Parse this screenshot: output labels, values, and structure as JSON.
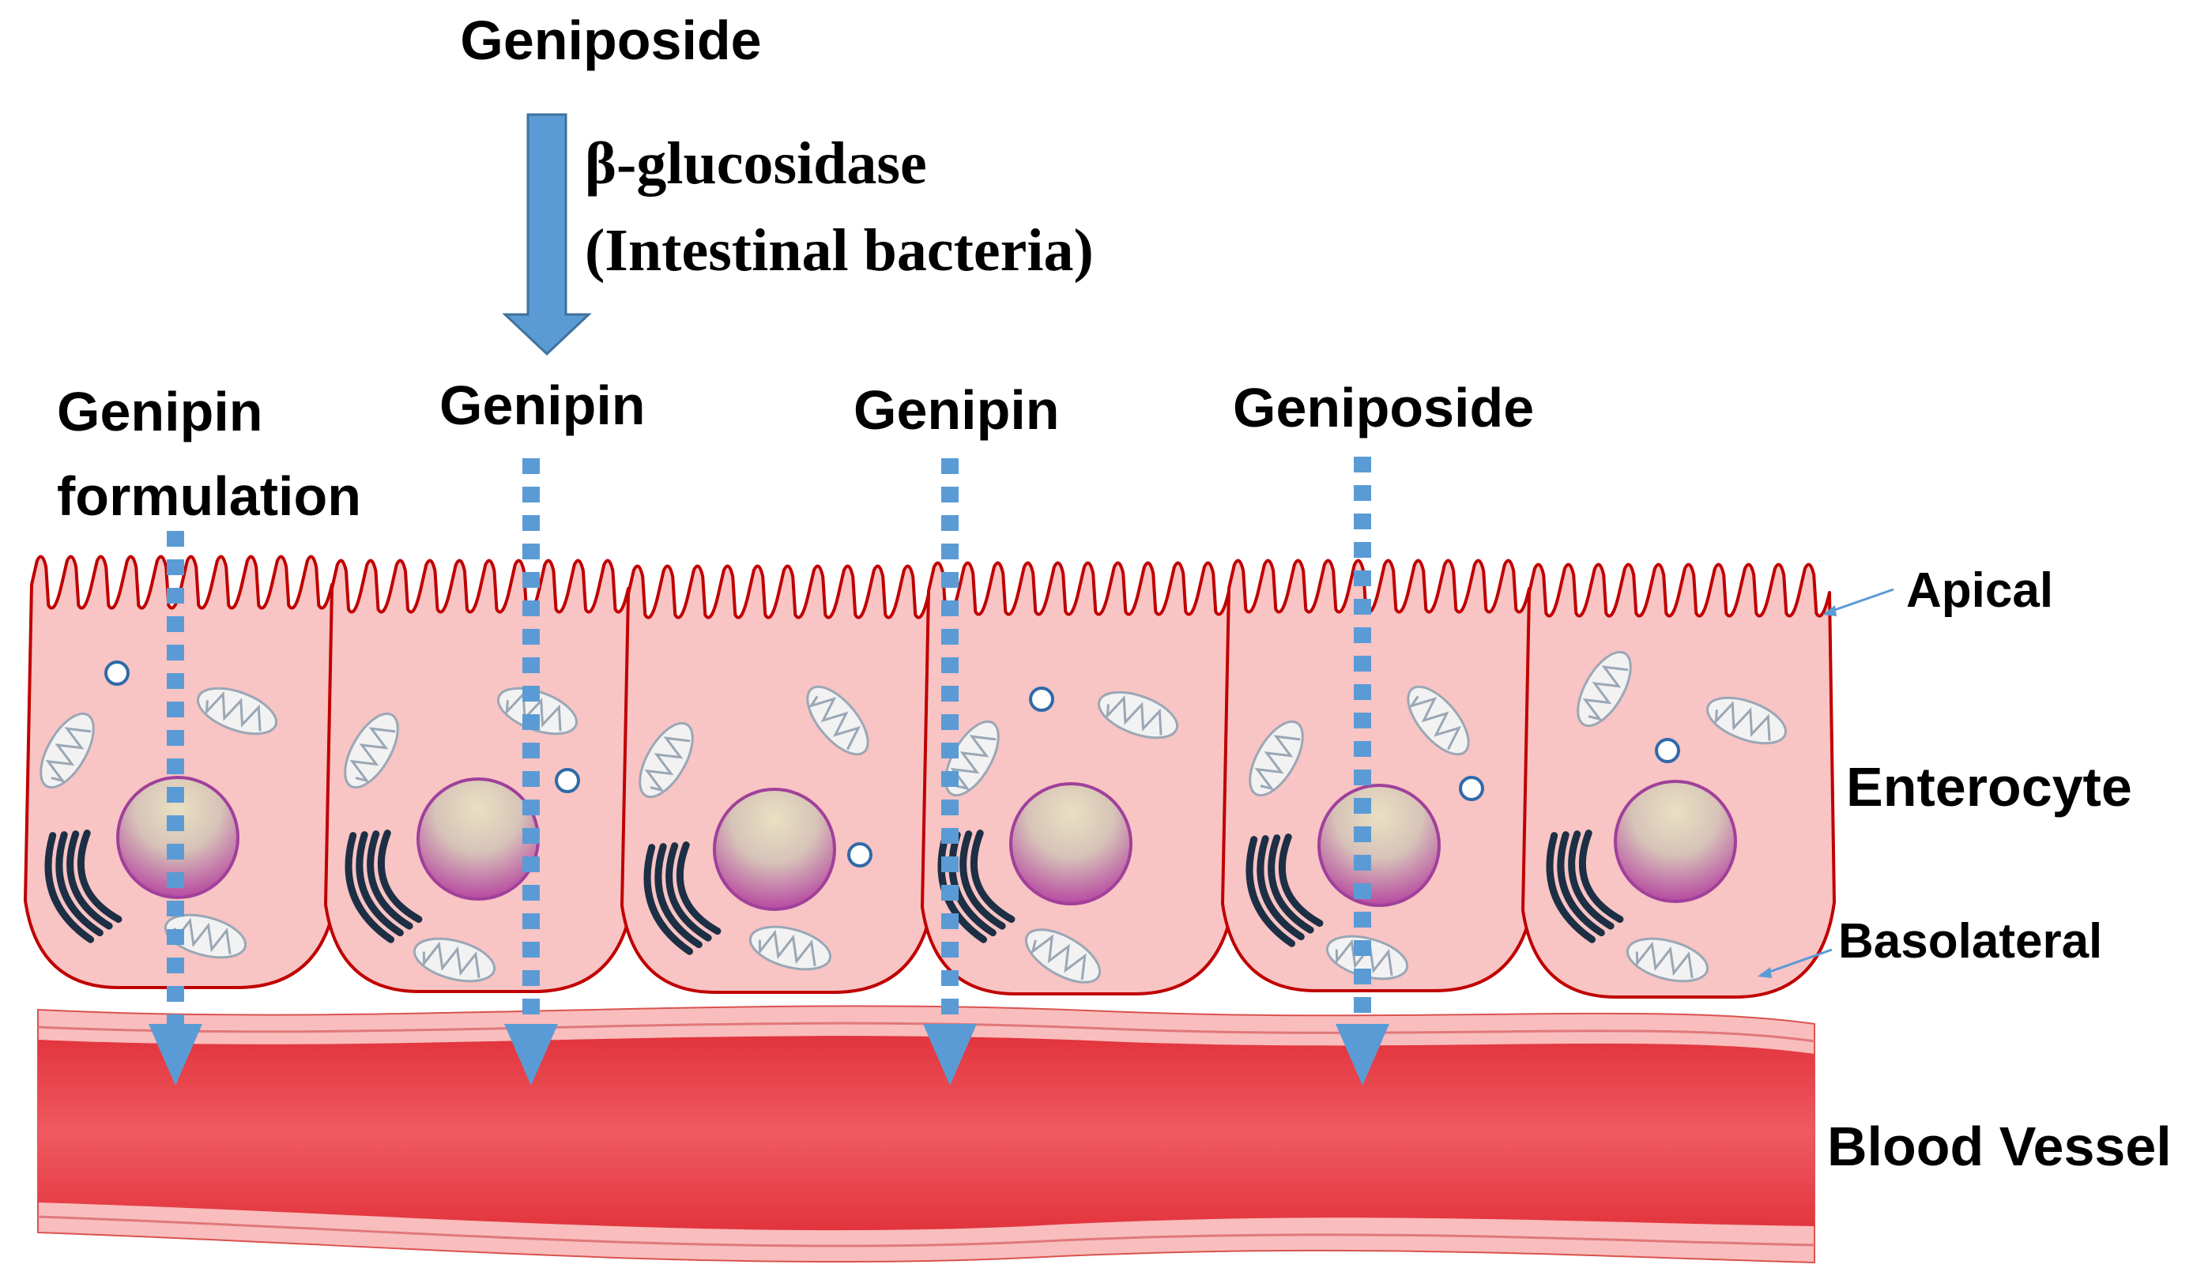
{
  "top": {
    "substrate": "Geniposide",
    "enzyme_line1": "β-glucosidase",
    "enzyme_line2": "(Intestinal bacteria)"
  },
  "columns": [
    {
      "line1": "Genipin",
      "line2": "formulation"
    },
    {
      "line1": "Genipin",
      "line2": ""
    },
    {
      "line1": "Genipin",
      "line2": ""
    },
    {
      "line1": "Geniposide",
      "line2": ""
    }
  ],
  "side_labels": {
    "apical": "Apical",
    "enterocyte": "Enterocyte",
    "basolateral": "Basolateral",
    "blood_vessel": "Blood Vessel"
  },
  "colors": {
    "arrow_blue": "#5b9bd5",
    "arrow_dark": "#41719c",
    "cell_fill": "#f8c4c4",
    "cell_stroke": "#c00000",
    "vessel_outer": "#f7b5b5",
    "vessel_inner": "#e8454d",
    "nucleus_stroke": "#a0409a"
  }
}
